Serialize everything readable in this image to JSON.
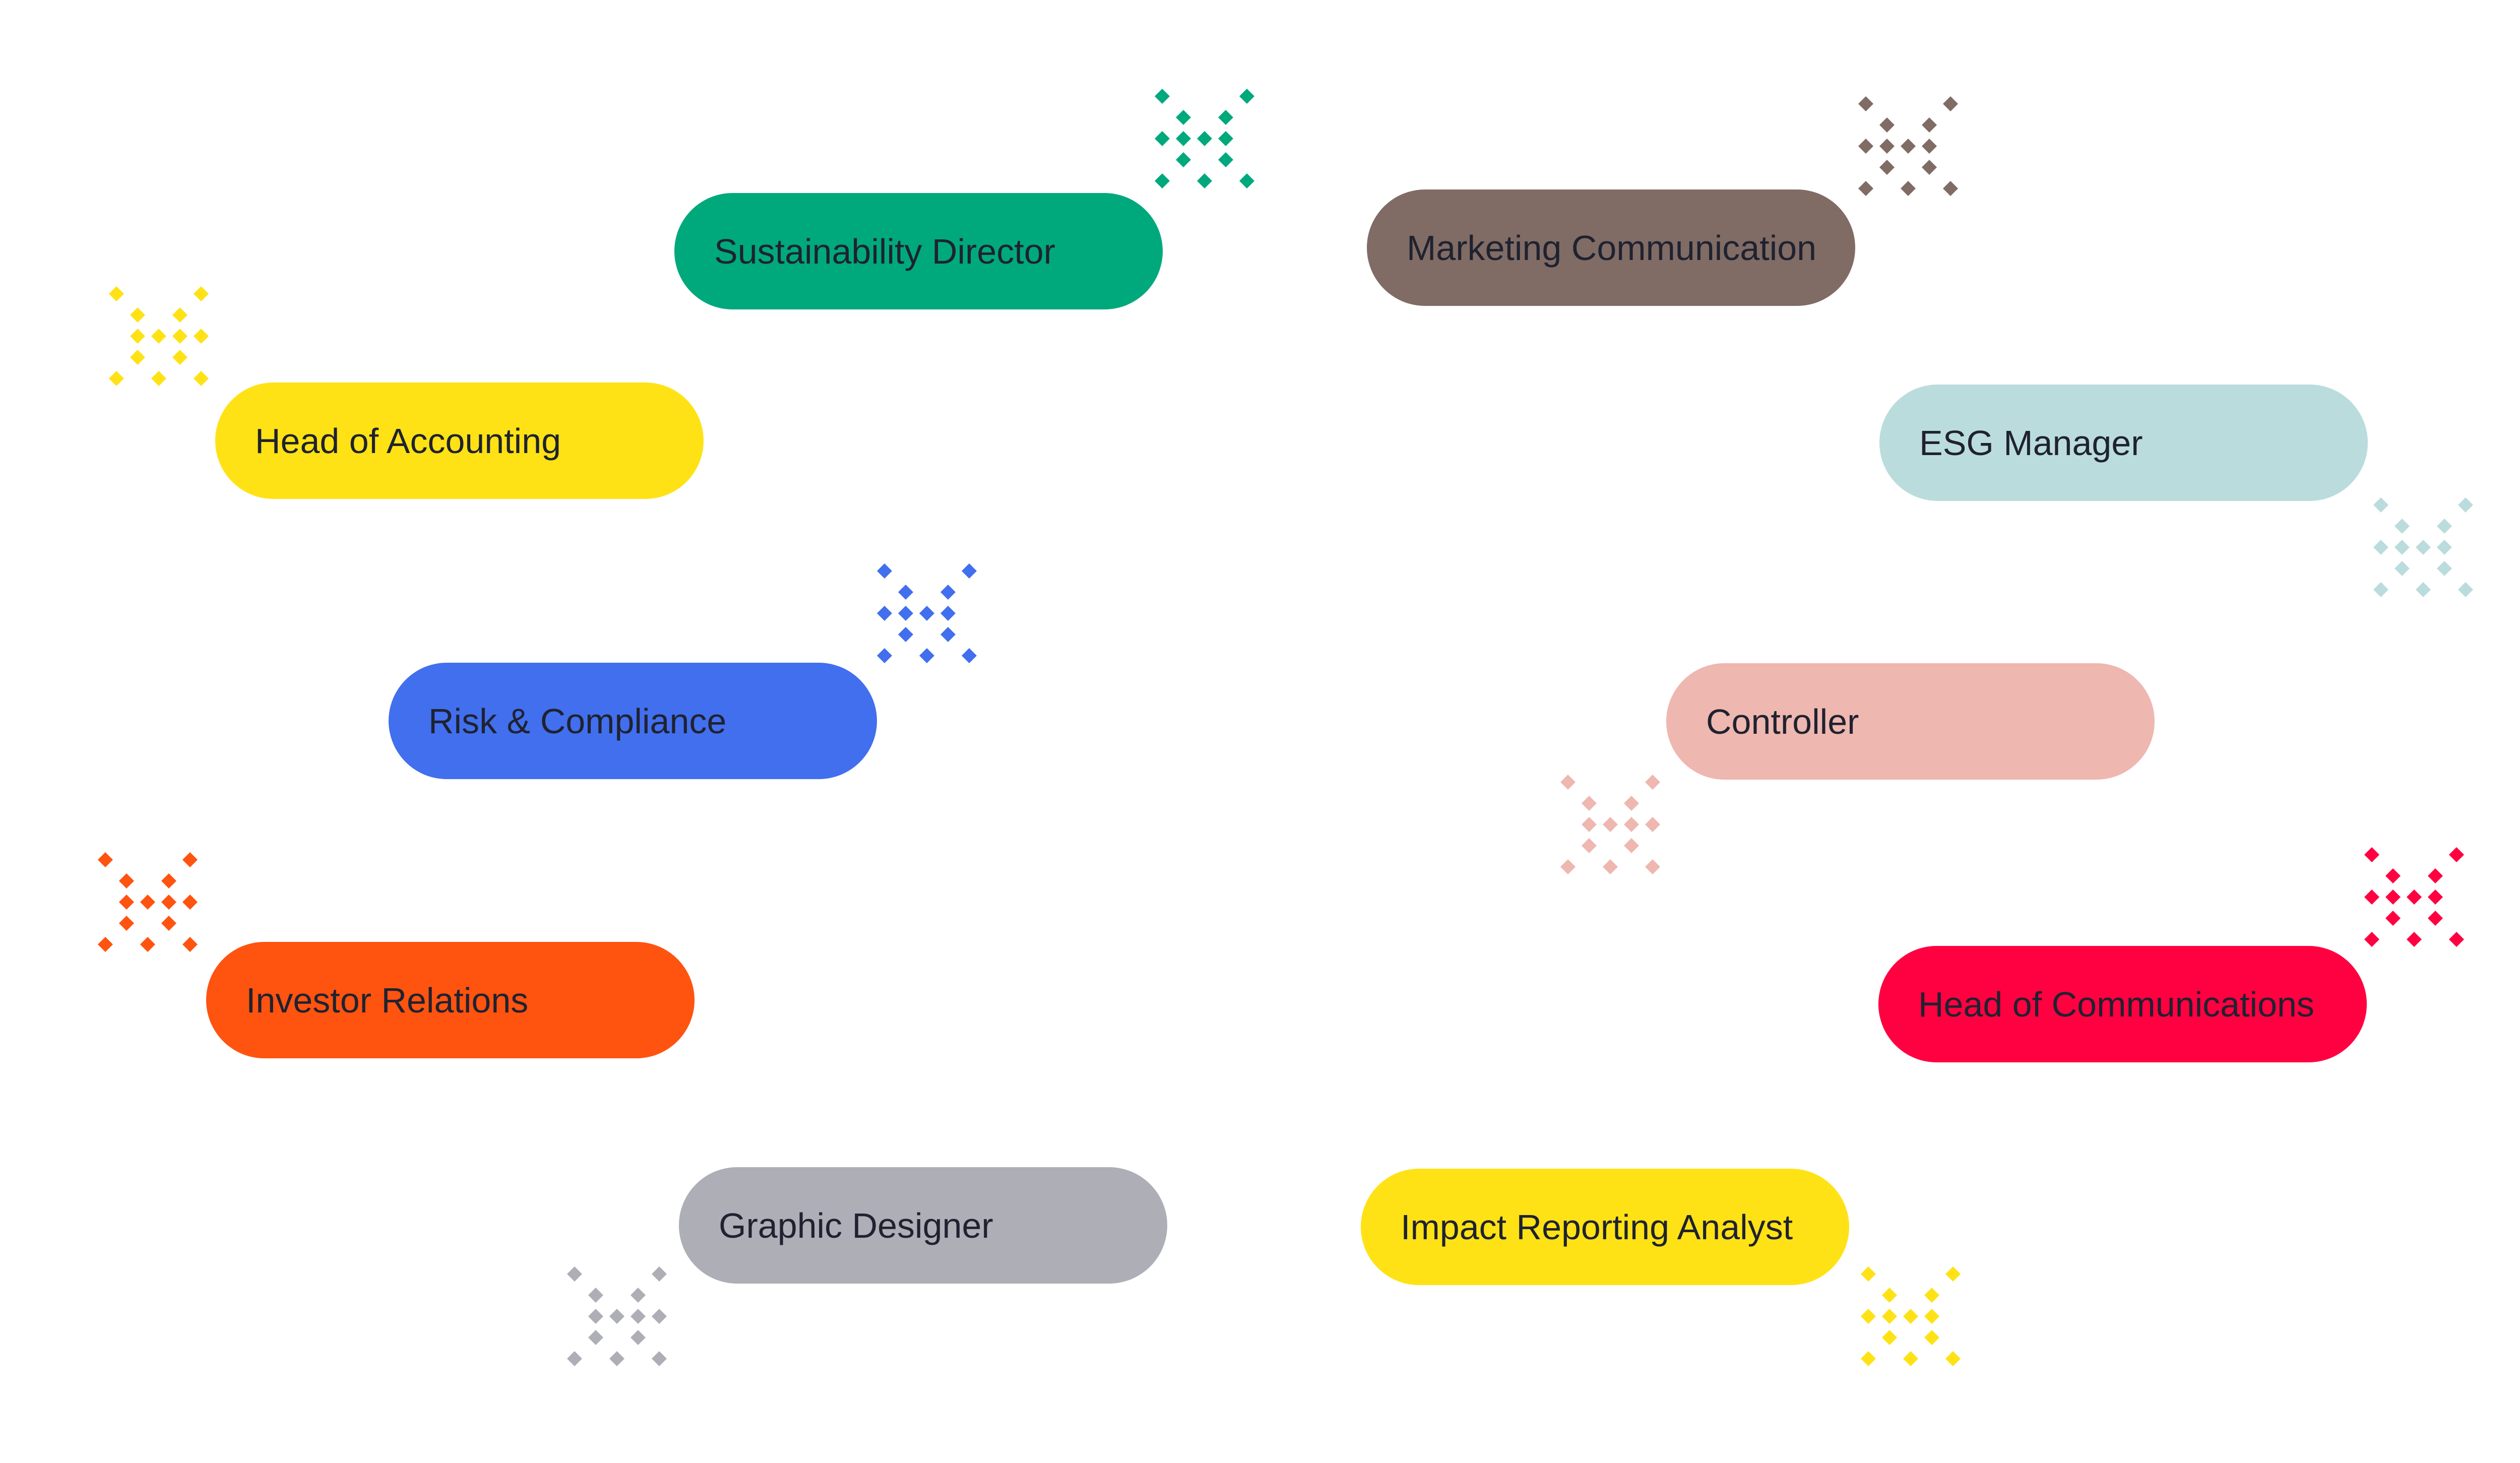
{
  "roles": [
    {
      "label": "Sustainability Director",
      "color": "#00A97C"
    },
    {
      "label": "Marketing Communication",
      "color": "#806C65"
    },
    {
      "label": "Head of Accounting",
      "color": "#FFE215"
    },
    {
      "label": "ESG Manager",
      "color": "#BBDCDC"
    },
    {
      "label": "Risk & Compliance",
      "color": "#416FEE"
    },
    {
      "label": "Controller",
      "color": "#EEB7B0"
    },
    {
      "label": "Investor Relations",
      "color": "#FF5310"
    },
    {
      "label": "Head of Communications",
      "color": "#FF0040"
    },
    {
      "label": "Graphic Designer",
      "color": "#ADAEB6"
    },
    {
      "label": "Impact Reporting Analyst",
      "color": "#FFE215"
    }
  ],
  "mark_icon": "diamond-x-icon"
}
